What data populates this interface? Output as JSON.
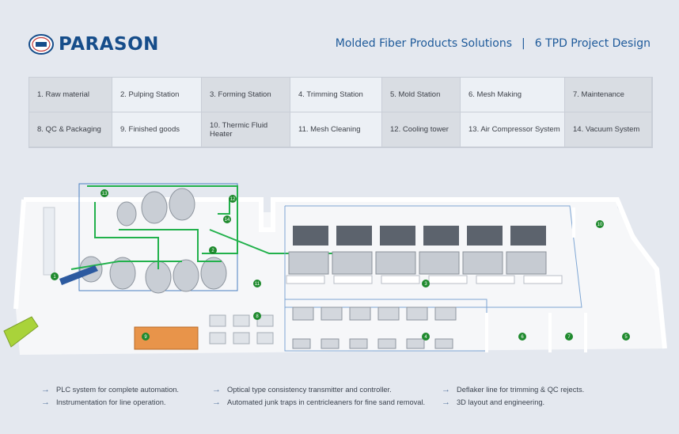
{
  "brand": {
    "name": "PARASON",
    "logo_icon": "parason-seal-icon"
  },
  "tagline": {
    "left": "Molded Fiber Products Solutions",
    "separator": "|",
    "right": "6 TPD Project Design"
  },
  "legend": [
    "1. Raw material",
    "2. Pulping Station",
    "3. Forming Station",
    "4. Trimming Station",
    "5. Mold Station",
    "6. Mesh Making",
    "7. Maintenance",
    "8. QC & Packaging",
    "9. Finished goods",
    "10. Thermic Fluid Heater",
    "11. Mesh Cleaning",
    "12. Cooling tower",
    "13. Air Compressor System",
    "14. Vacuum System"
  ],
  "markers": [
    "1",
    "2",
    "3",
    "4",
    "5",
    "6",
    "7",
    "8",
    "9",
    "10",
    "11",
    "12",
    "13",
    "14"
  ],
  "features": [
    "PLC system for complete automation.",
    "Instrumentation for line operation.",
    "Optical type consistency transmitter and controller.",
    "Automated junk traps in centricleaners for fine sand removal.",
    "Deflaker line for trimming & QC rejects.",
    "3D layout and engineering."
  ],
  "colors": {
    "brand_blue": "#164d8a",
    "marker_green": "#1f8a2e",
    "pipe_green": "#22b14c",
    "floor": "#ffffff",
    "pallet_orange": "#e8944a"
  }
}
